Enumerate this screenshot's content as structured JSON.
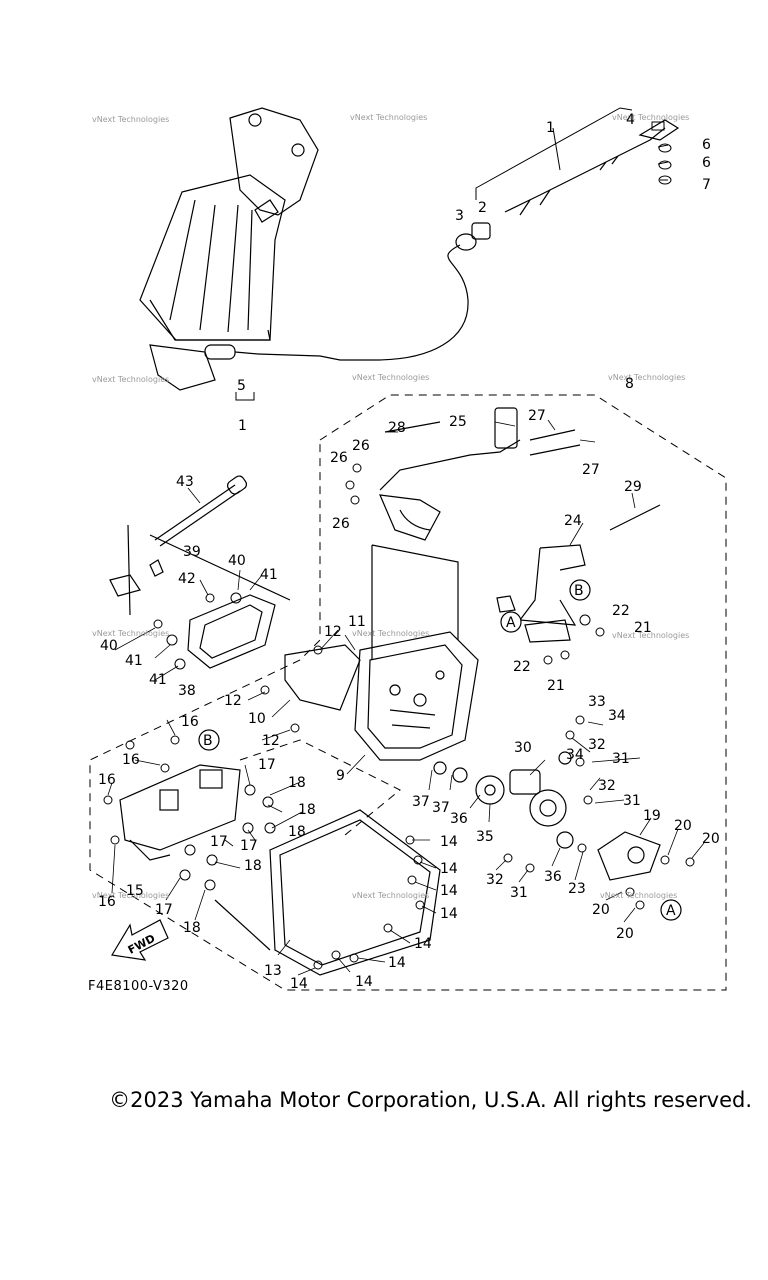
{
  "diagram": {
    "figure_code": "F4E8100-V320",
    "fwd_label": "FWD",
    "watermark": "vNext Technologies",
    "callouts": {
      "c1a": "1",
      "c1b": "1",
      "c2": "2",
      "c3": "3",
      "c4": "4",
      "c5": "5",
      "c6a": "6",
      "c6b": "6",
      "c7": "7",
      "c8": "8",
      "c9": "9",
      "c10": "10",
      "c11": "11",
      "c12a": "12",
      "c12b": "12",
      "c12c": "12",
      "c13": "13",
      "c14a": "14",
      "c14b": "14",
      "c14c": "14",
      "c14d": "14",
      "c14e": "14",
      "c14f": "14",
      "c14g": "14",
      "c14h": "14",
      "c15": "15",
      "c16a": "16",
      "c16b": "16",
      "c16c": "16",
      "c16d": "16",
      "c17a": "17",
      "c17b": "17",
      "c17c": "17",
      "c18a": "18",
      "c18b": "18",
      "c18c": "18",
      "c18d": "18",
      "c18e": "18",
      "c19": "19",
      "c20a": "20",
      "c20b": "20",
      "c20c": "20",
      "c20d": "20",
      "c21a": "21",
      "c21b": "21",
      "c22a": "22",
      "c22b": "22",
      "c23": "23",
      "c24": "24",
      "c25": "25",
      "c26a": "26",
      "c26b": "26",
      "c26c": "26",
      "c27a": "27",
      "c27b": "27",
      "c28": "28",
      "c29": "29",
      "c30": "30",
      "c31a": "31",
      "c31b": "31",
      "c31c": "31",
      "c32a": "32",
      "c32b": "32",
      "c32c": "32",
      "c33": "33",
      "c34a": "34",
      "c34b": "34",
      "c35": "35",
      "c36a": "36",
      "c36b": "36",
      "c37a": "37",
      "c37b": "37",
      "c38": "38",
      "c39": "39",
      "c40a": "40",
      "c40b": "40",
      "c41a": "41",
      "c41b": "41",
      "c41c": "41",
      "c42": "42",
      "c43": "43"
    },
    "refs": {
      "a1": "A",
      "a2": "A",
      "b1": "B",
      "b2": "B"
    }
  },
  "footer": {
    "copyright": "©2023 Yamaha Motor Corporation, U.S.A. All rights reserved."
  }
}
